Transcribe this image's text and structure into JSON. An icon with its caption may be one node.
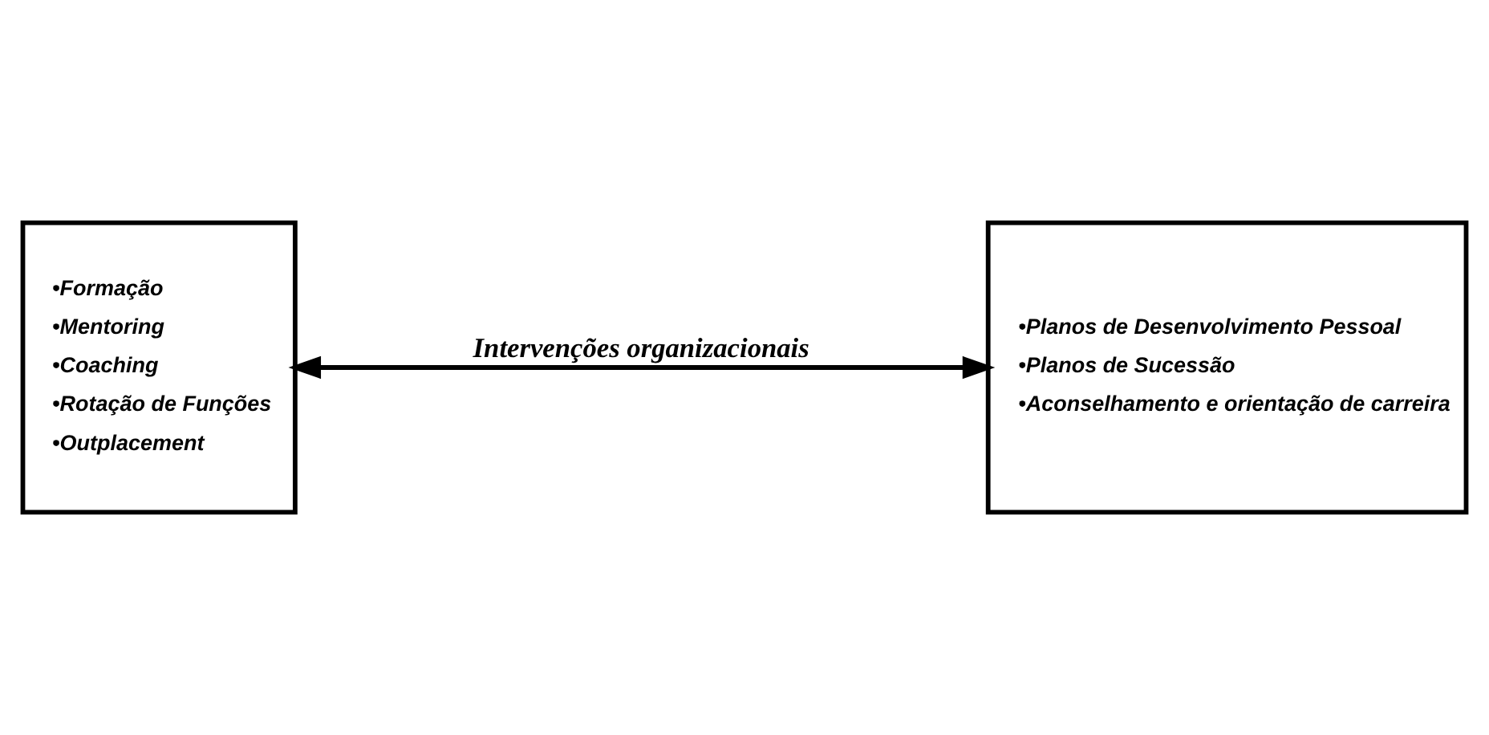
{
  "diagram": {
    "nodes": [
      {
        "text": [
          "•Formação",
          "•Mentoring",
          "•Coaching",
          "•Rotação de Funções",
          "•Outplacement"
        ]
      },
      {
        "text": [
          "•Planos de Desenvolvimento Pessoal",
          "•Planos de Sucessão",
          "•Aconselhamento e orientação de carreira"
        ]
      }
    ],
    "edges": [
      {
        "from": 0,
        "to": 1,
        "arrow": "both",
        "label": "Intervenções organizacionais"
      }
    ]
  }
}
